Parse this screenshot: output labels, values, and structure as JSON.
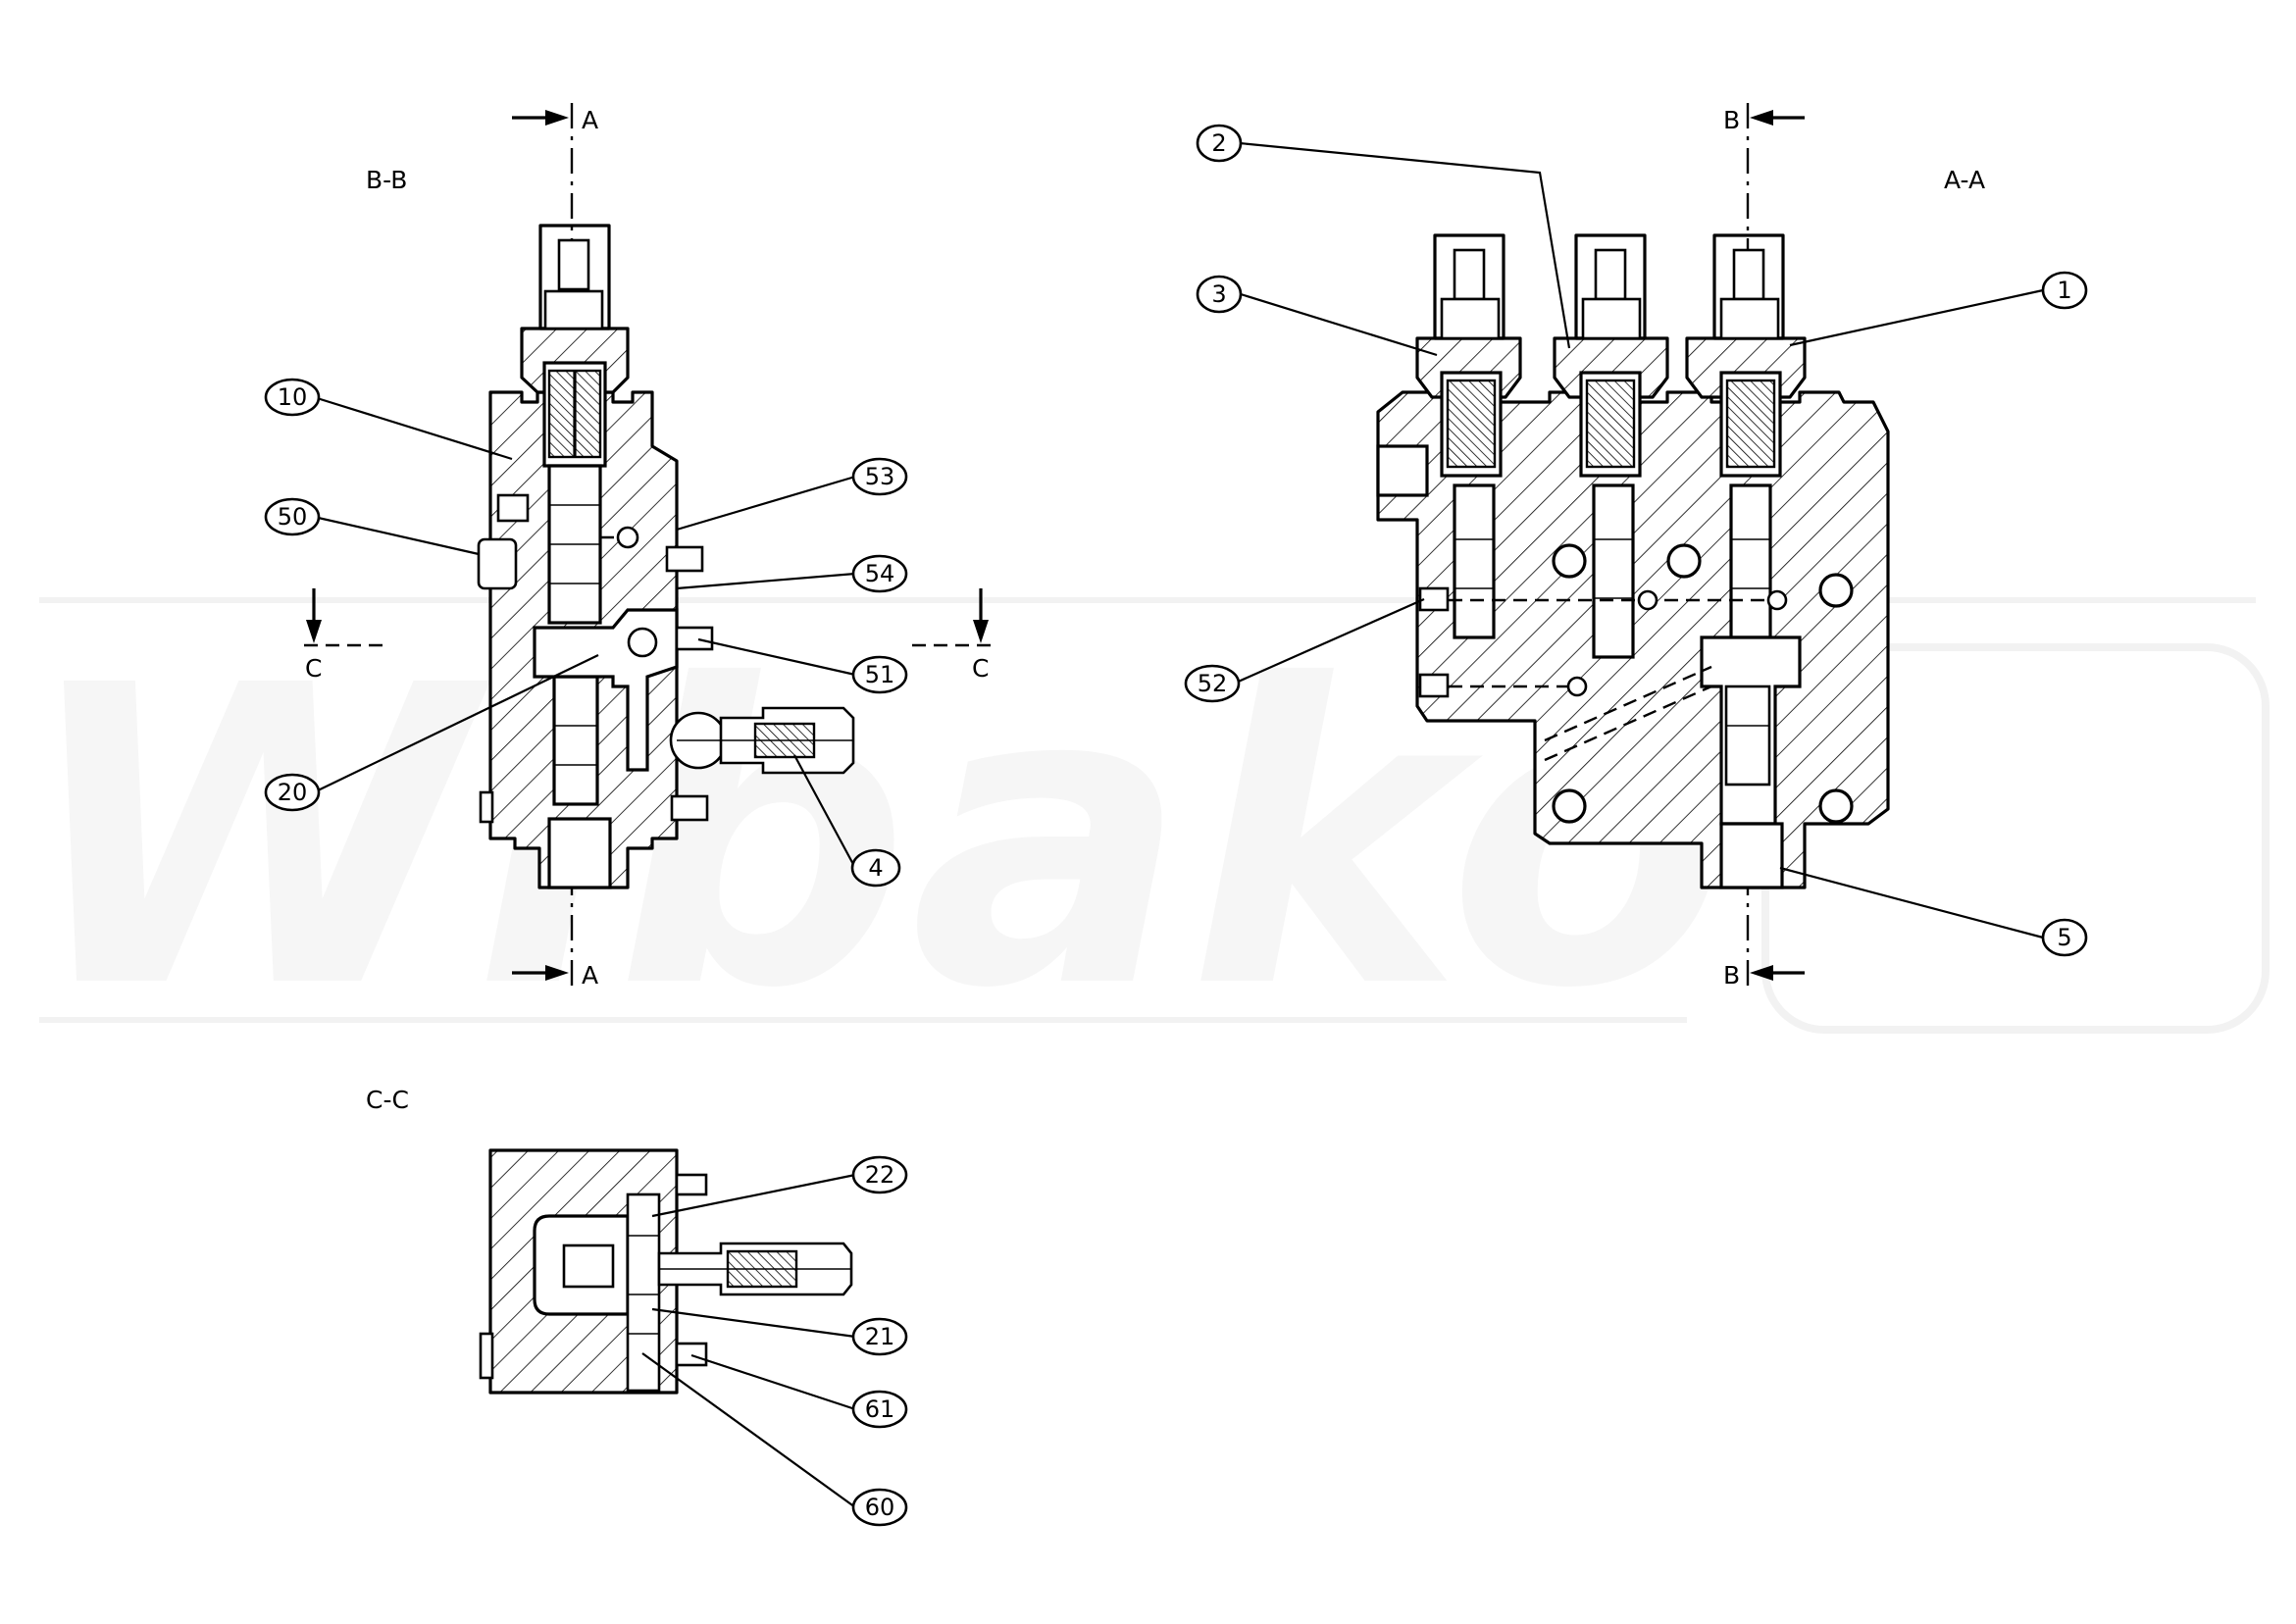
{
  "views": {
    "bb": {
      "title": "B-B"
    },
    "aa": {
      "title": "A-A"
    },
    "cc": {
      "title": "C-C"
    }
  },
  "section_marks": {
    "a": "A",
    "b": "B",
    "c": "C"
  },
  "callouts": {
    "c1": "1",
    "c2": "2",
    "c3": "3",
    "c4": "4",
    "c5": "5",
    "c10": "10",
    "c20": "20",
    "c21": "21",
    "c22": "22",
    "c50": "50",
    "c51": "51",
    "c52": "52",
    "c53": "53",
    "c54": "54",
    "c60": "60",
    "c61": "61"
  },
  "watermark": {
    "text": "Wibako"
  }
}
